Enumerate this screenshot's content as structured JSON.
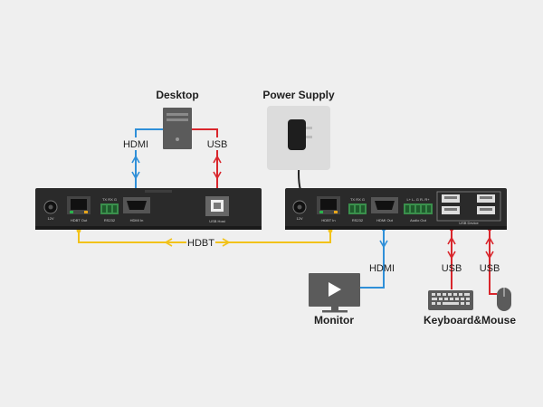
{
  "labels": {
    "desktop": "Desktop",
    "power_supply": "Power Supply",
    "monitor": "Monitor",
    "keyboard_mouse": "Keyboard&Mouse"
  },
  "connections": {
    "hdmi_in": "HDMI",
    "usb_host": "USB",
    "hdbt": "HDBT",
    "hdmi_out": "HDMI",
    "usb_keyboard": "USB",
    "usb_mouse": "USB"
  },
  "transmitter": {
    "ports": {
      "power": "12V",
      "hdbt_out": "HDBT Out",
      "rs232": "RS232",
      "rs232_pins": "TX RX G",
      "hdmi_in": "HDMI In",
      "usb_host": "USB Host"
    }
  },
  "receiver": {
    "ports": {
      "power": "12V",
      "hdbt_in": "HDBT In",
      "rs232": "RS232",
      "rs232_pins": "TX RX G",
      "hdmi_out": "HDMI Out",
      "audio_out": "Audio Out",
      "audio_pins": "L+ L- G R- R+",
      "usb_device": "USB Device"
    }
  },
  "colors": {
    "hdmi": "#2f8fd8",
    "usb": "#d9262c",
    "hdbt": "#f2c21a",
    "power": "#222222",
    "device_body": "#2a2a2a"
  }
}
